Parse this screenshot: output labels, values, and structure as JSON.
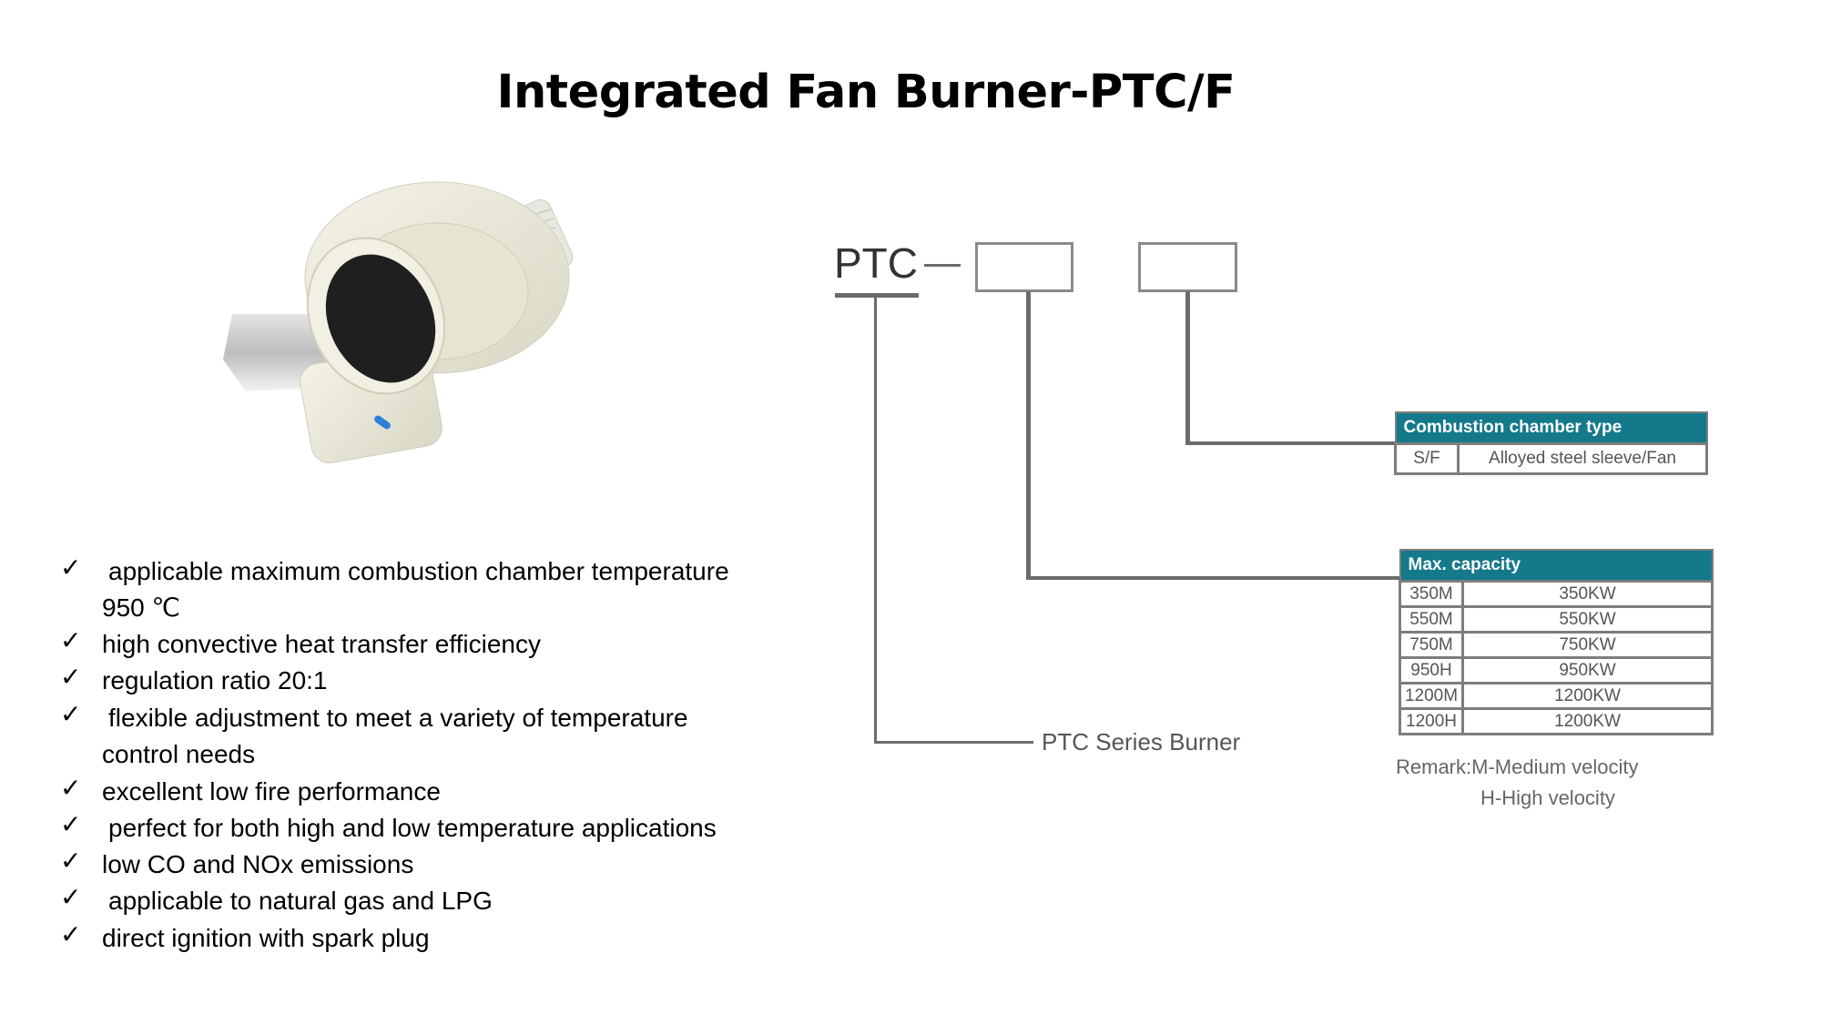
{
  "title": "Integrated Fan Burner-PTC/F",
  "features": [
    {
      "line1": "applicable maximum combustion chamber temperature",
      "line2": "950 ℃"
    },
    {
      "line1": "high convective heat transfer efficiency"
    },
    {
      "line1": "regulation ratio 20:1"
    },
    {
      "line1": "flexible adjustment to meet a variety of temperature",
      "line2": "control needs"
    },
    {
      "line1": "excellent low fire performance"
    },
    {
      "line1": "perfect for both high and low temperature applications"
    },
    {
      "line1": "low CO and NOx emissions"
    },
    {
      "line1": "applicable to natural gas and LPG"
    },
    {
      "line1": "direct ignition with spark plug"
    }
  ],
  "check_mark": "✓",
  "diagram": {
    "code_prefix": "PTC",
    "series_label": "PTC Series Burner",
    "chamber_table": {
      "header": "Combustion chamber type",
      "rows": [
        [
          "S/F",
          "Alloyed steel sleeve/Fan"
        ]
      ]
    },
    "capacity_table": {
      "header": "Max. capacity",
      "rows": [
        [
          "350M",
          "350KW"
        ],
        [
          "550M",
          "550KW"
        ],
        [
          "750M",
          "750KW"
        ],
        [
          "950H",
          "950KW"
        ],
        [
          "1200M",
          "1200KW"
        ],
        [
          "1200H",
          "1200KW"
        ]
      ]
    },
    "remark_line1": "Remark:M-Medium velocity",
    "remark_line2": "H-High velocity"
  },
  "colors": {
    "table_header": "#14798b",
    "lines": "#6b6b6b"
  }
}
